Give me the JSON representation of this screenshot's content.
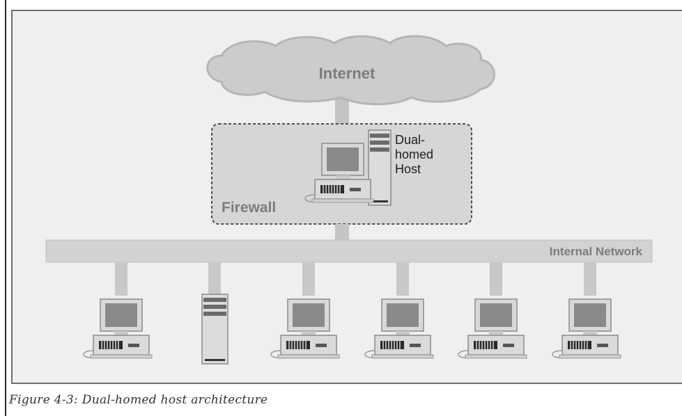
{
  "diagram": {
    "internet_label": "Internet",
    "firewall_label": "Firewall",
    "host_label_lines": [
      "Dual-",
      "homed",
      "Host"
    ],
    "network_label": "Internal Network",
    "internal_devices": [
      {
        "kind": "desktop"
      },
      {
        "kind": "tower-server"
      },
      {
        "kind": "desktop"
      },
      {
        "kind": "desktop"
      },
      {
        "kind": "desktop"
      },
      {
        "kind": "desktop"
      }
    ]
  },
  "caption": "Figure 4-3: Dual-homed host architecture"
}
